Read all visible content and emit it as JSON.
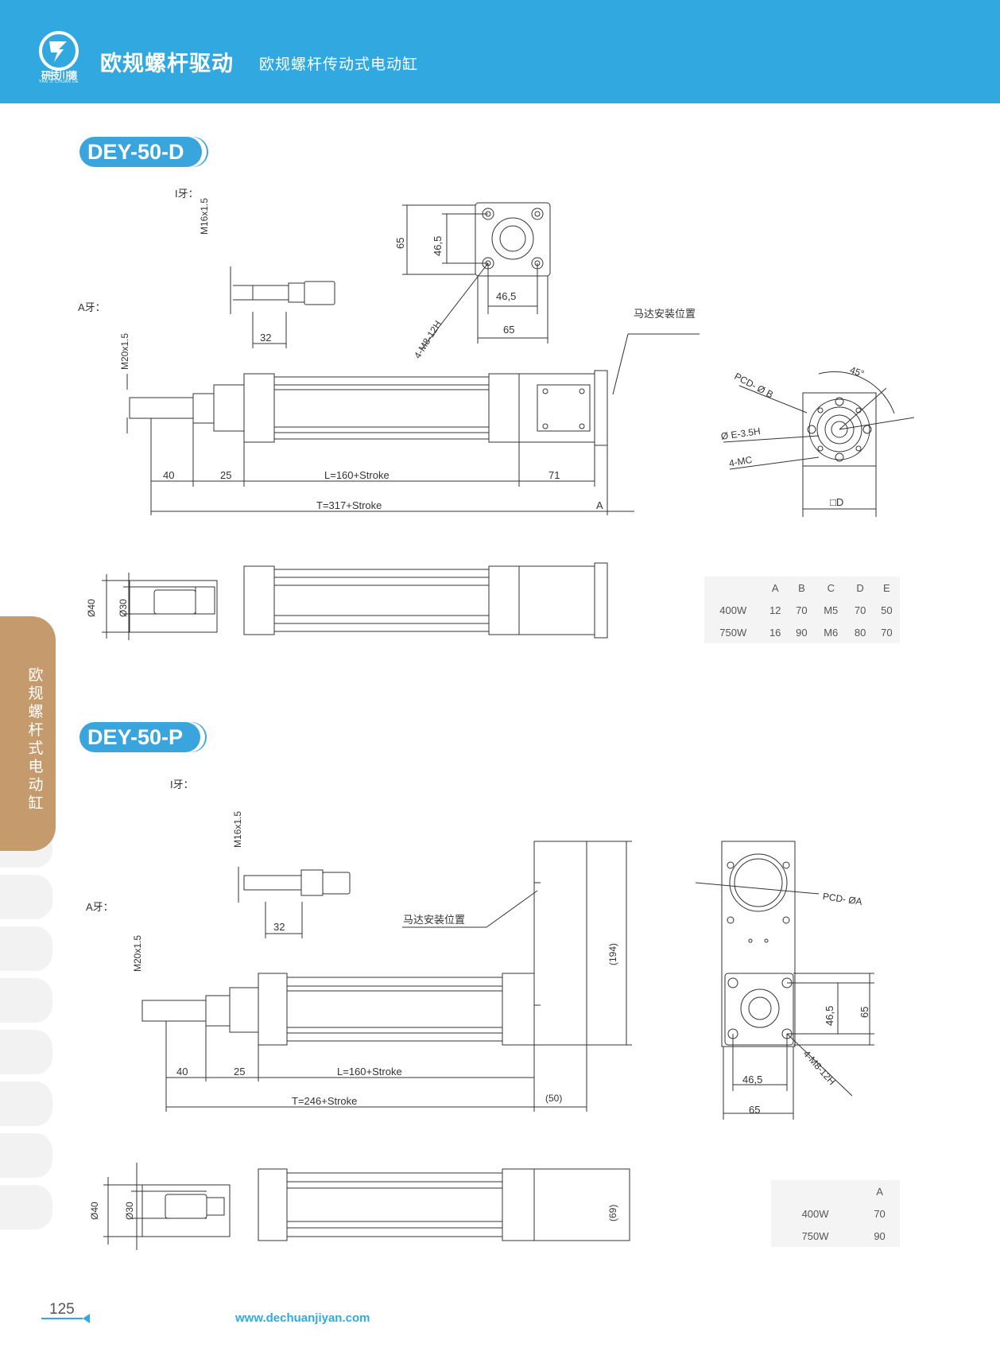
{
  "header": {
    "logo_text": "研技川德",
    "logo_sub": "YAN JI CHUAN DE",
    "title": "欧规螺杆驱动",
    "subtitle": "欧规螺杆传动式电动缸"
  },
  "side_tab": {
    "text": "欧规螺杆式电动缸"
  },
  "sections": {
    "d": {
      "model": "DEY-50-D",
      "i_thread_label": "I牙：",
      "a_thread_label": "A牙：",
      "m16": "M16x1.5",
      "m20": "M20x1.5",
      "dim_32": "32",
      "dim_65": "65",
      "dim_46_5": "46,5",
      "bolt_spec": "4-M8-12H",
      "motor_pos": "马达安装位置",
      "dim_40": "40",
      "dim_25": "25",
      "dim_L": "L=160+Stroke",
      "dim_71": "71",
      "dim_T": "T=317+Stroke",
      "dim_A": "A",
      "pcd": "PCD- Ø B",
      "angle": "45°",
      "e_hole": "Ø E-3.5H",
      "mc": "4-MC",
      "sq_d": "□D",
      "dia40": "Ø40",
      "dia30": "Ø30"
    },
    "p": {
      "model": "DEY-50-P",
      "i_thread_label": "I牙：",
      "a_thread_label": "A牙：",
      "m16": "M16x1.5",
      "m20": "M20x1.5",
      "dim_32": "32",
      "motor_pos": "马达安装位置",
      "dim_194": "(194)",
      "dim_40": "40",
      "dim_25": "25",
      "dim_L": "L=160+Stroke",
      "dim_T": "T=246+Stroke",
      "dim_50": "(50)",
      "pcd": "PCD- ØA",
      "dim_65": "65",
      "dim_46_5": "46,5",
      "bolt_spec": "4-M8-12H",
      "dia40": "Ø40",
      "dia30": "Ø30",
      "dim_69": "(69)"
    }
  },
  "table_d": {
    "headers": [
      "",
      "A",
      "B",
      "C",
      "D",
      "E"
    ],
    "rows": [
      [
        "400W",
        "12",
        "70",
        "M5",
        "70",
        "50"
      ],
      [
        "750W",
        "16",
        "90",
        "M6",
        "80",
        "70"
      ]
    ]
  },
  "table_p": {
    "headers": [
      "",
      "A"
    ],
    "rows": [
      [
        "400W",
        "70"
      ],
      [
        "750W",
        "90"
      ]
    ]
  },
  "footer": {
    "page_number": "125",
    "website": "www.dechuanjiyan.com"
  },
  "colors": {
    "brand_blue": "#31a9e0",
    "tab_brown": "#c59a6c"
  }
}
